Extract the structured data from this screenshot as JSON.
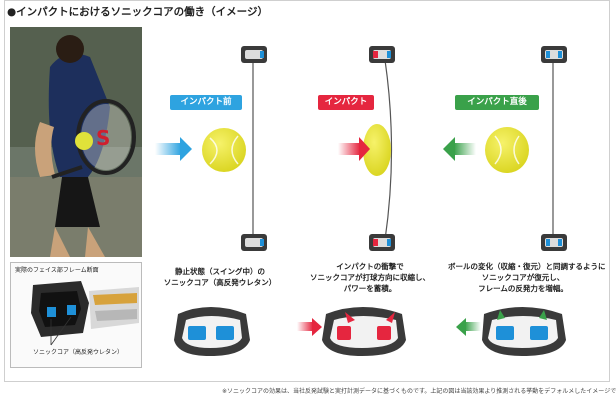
{
  "title": "●インパクトにおけるソニックコアの働き（イメージ）",
  "stages": [
    {
      "label": "インパクト前",
      "color": "#2ea3e0"
    },
    {
      "label": "インパクト",
      "color": "#e5263f"
    },
    {
      "label": "インパクト直後",
      "color": "#3aa14a"
    }
  ],
  "descriptions": [
    {
      "line1": "静止状態（スイング中）の",
      "line2": "ソニックコア（高反発ウレタン）",
      "line3": ""
    },
    {
      "line1": "インパクトの衝撃で",
      "line2": "ソニックコアが打球方向に収縮し、",
      "line3": "パワーを蓄積。"
    },
    {
      "line1": "ボールの変化（収縮・復元）と同調するように",
      "line2": "ソニックコアが復元し、",
      "line3": "フレームの反発力を増幅。"
    }
  ],
  "inset": {
    "title": "実際のフェイス部フレーム断面",
    "label": "ソニックコア（高反発ウレタン）"
  },
  "footnote": "※ソニックコアの効果は、当社反発試験と実打計測データに基づくものです。上記の図は当該効果より推測される挙動をデフォルメしたイメージです。",
  "colors": {
    "ball": "#e8e42a",
    "core": "#1e90d8",
    "frame": "#3a3a3a"
  }
}
